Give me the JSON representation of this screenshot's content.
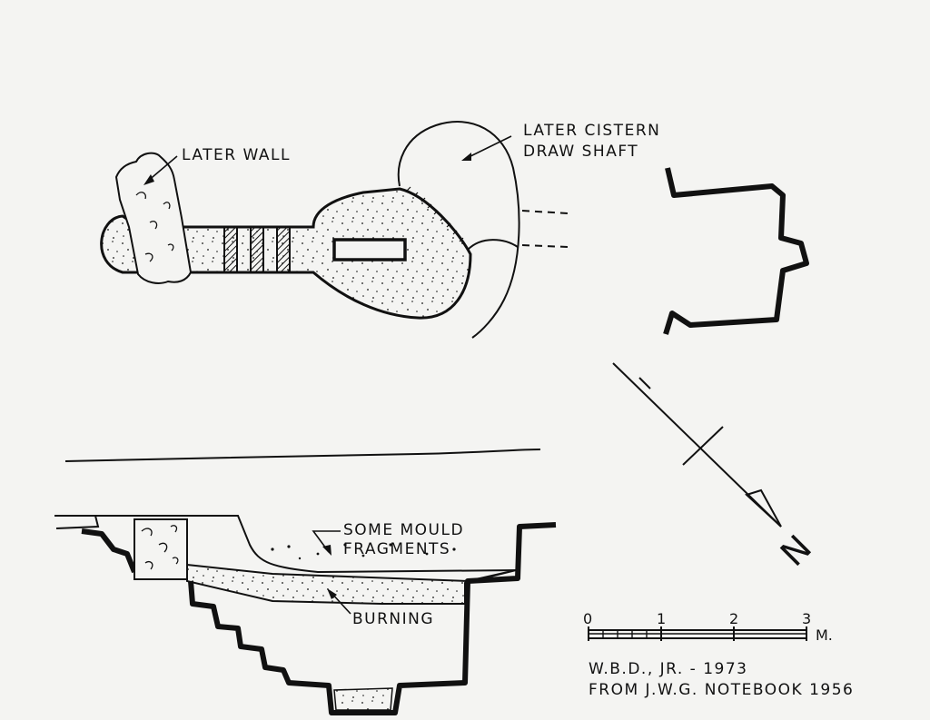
{
  "labels": {
    "later_wall": "LATER WALL",
    "cistern_line1": "LATER CISTERN",
    "cistern_line2": "DRAW SHAFT",
    "mould_line1": "SOME MOULD",
    "mould_line2": "FRAGMENTS",
    "burning": "BURNING",
    "north": "N"
  },
  "scale": {
    "ticks": [
      "0",
      "1",
      "2",
      "3"
    ],
    "unit": "M."
  },
  "credits": {
    "line1": "W.B.D., JR. - 1973",
    "line2": "FROM J.W.G. NOTEBOOK 1956"
  },
  "colors": {
    "ink": "#111111",
    "paper": "#f4f4f2"
  }
}
